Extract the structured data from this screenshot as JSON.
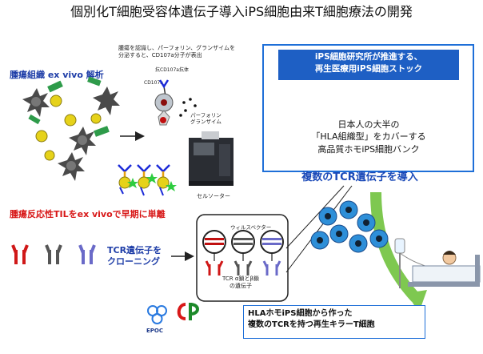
{
  "title": "個別化T細胞受容体遺伝子導入iPS細胞由来T細胞療法の開発",
  "annotations": {
    "killing_line1": "腫瘍を認識し、パーフォリン、グランザイムを",
    "killing_line2": "分泌すると、CD107a分子が表出",
    "tumor_sample": "腫瘍組織 ex vivo 解析",
    "anti_cd107a": "抗CD107a抗体",
    "cd107a": "CD107a",
    "perforin_line1": "パーフォリン",
    "perforin_line2": "グランザイム",
    "cell_sorter": "セルソーター",
    "early_isolation": "腫瘍反応性TILをex vivoで早期に単離",
    "cloning_line1": "TCR遺伝子を",
    "cloning_line2": "クローニング",
    "virus_vector": "ウィルスベクター",
    "tcr_genes_line1": "TCR α鎖とβ鎖",
    "tcr_genes_line2": "の遺伝子",
    "multi_tcr": "複数のTCR遺伝子を導入",
    "logo_epoc": "EPOC"
  },
  "stock_box": {
    "header_line1": "iPS細胞研究所が推進する、",
    "header_line2": "再生医療用iPS細胞ストック",
    "desc_line1": "日本人の大半の",
    "desc_line2": "「HLA組織型」をカバーする",
    "desc_line3": "高品質ホモiPS細胞バンク",
    "cell_colors": [
      "#e040c8",
      "#1fa65a",
      "#1d8a2a",
      "#e06a10",
      "#1c2bd8"
    ]
  },
  "result_box": {
    "line1": "HLAホモiPS細胞から作った",
    "line2": "複数のTCRを持つ再生キラーT細胞"
  },
  "colors": {
    "accent_blue": "#1e6fd8",
    "header_blue": "#1e5fc4",
    "red_text": "#d81818",
    "arrow_green": "#7ec850"
  }
}
